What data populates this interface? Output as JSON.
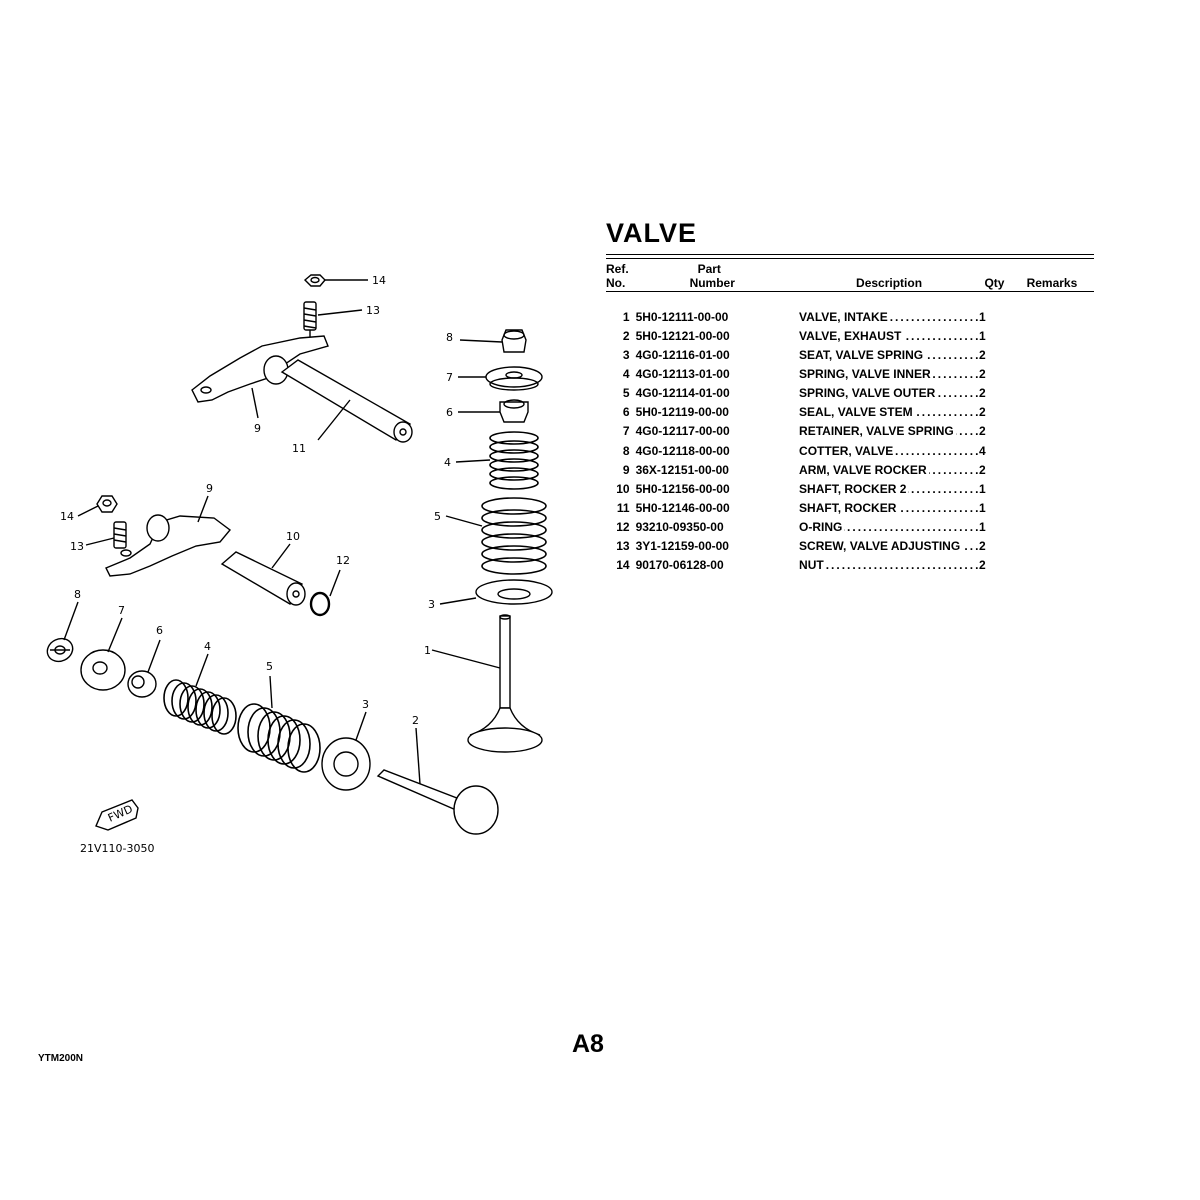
{
  "title": "VALVE",
  "table": {
    "headers": {
      "ref_line1": "Ref.",
      "ref_line2": "No.",
      "part_line1": "Part",
      "part_line2": "Number",
      "description": "Description",
      "qty": "Qty",
      "remarks": "Remarks"
    },
    "rows": [
      {
        "ref": "1",
        "part": "5H0-12111-00-00",
        "desc": "VALVE, INTAKE",
        "qty": "1"
      },
      {
        "ref": "2",
        "part": "5H0-12121-00-00",
        "desc": "VALVE, EXHAUST",
        "qty": "1"
      },
      {
        "ref": "3",
        "part": "4G0-12116-01-00",
        "desc": "SEAT, VALVE SPRING",
        "qty": "2"
      },
      {
        "ref": "4",
        "part": "4G0-12113-01-00",
        "desc": "SPRING, VALVE INNER",
        "qty": "2"
      },
      {
        "ref": "5",
        "part": "4G0-12114-01-00",
        "desc": "SPRING, VALVE OUTER",
        "qty": "2"
      },
      {
        "ref": "6",
        "part": "5H0-12119-00-00",
        "desc": "SEAL, VALVE STEM",
        "qty": "2"
      },
      {
        "ref": "7",
        "part": "4G0-12117-00-00",
        "desc": "RETAINER, VALVE SPRING",
        "qty": "2"
      },
      {
        "ref": "8",
        "part": "4G0-12118-00-00",
        "desc": "COTTER, VALVE",
        "qty": "4"
      },
      {
        "ref": "9",
        "part": "36X-12151-00-00",
        "desc": "ARM, VALVE ROCKER",
        "qty": "2"
      },
      {
        "ref": "10",
        "part": "5H0-12156-00-00",
        "desc": "SHAFT, ROCKER 2",
        "qty": "1"
      },
      {
        "ref": "11",
        "part": "5H0-12146-00-00",
        "desc": "SHAFT, ROCKER",
        "qty": "1"
      },
      {
        "ref": "12",
        "part": "93210-09350-00",
        "desc": "O-RING",
        "qty": "1"
      },
      {
        "ref": "13",
        "part": "3Y1-12159-00-00",
        "desc": "SCREW, VALVE ADJUSTING",
        "qty": "2"
      },
      {
        "ref": "14",
        "part": "90170-06128-00",
        "desc": "NUT",
        "qty": "2"
      }
    ]
  },
  "diagram": {
    "callouts": [
      "14",
      "13",
      "9",
      "11",
      "8",
      "7",
      "6",
      "4",
      "5",
      "3",
      "1",
      "14",
      "13",
      "9",
      "10",
      "12",
      "8",
      "7",
      "6",
      "4",
      "5",
      "3",
      "2"
    ],
    "fwd_label": "FWD",
    "drawing_code": "21V110-3050"
  },
  "page_number": "A8",
  "model_code": "YTM200N"
}
